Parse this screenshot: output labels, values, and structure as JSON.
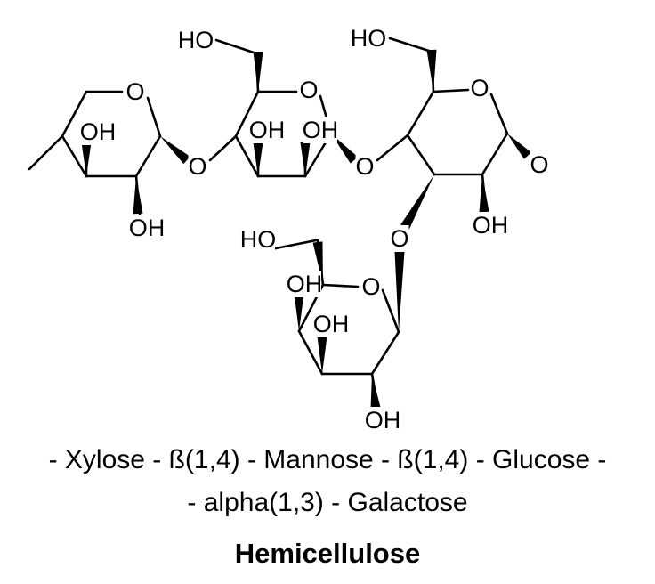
{
  "diagram": {
    "atoms": [
      {
        "id": "xyl-ring-o",
        "text": "O"
      },
      {
        "id": "xyl-oh-3",
        "text": "OH"
      },
      {
        "id": "xyl-oh-2",
        "text": "OH"
      },
      {
        "id": "link1-o",
        "text": "O"
      },
      {
        "id": "man-ch2oh",
        "text": "HO"
      },
      {
        "id": "man-ring-o",
        "text": "O"
      },
      {
        "id": "man-oh-3",
        "text": "OH"
      },
      {
        "id": "man-oh-2",
        "text": "OH"
      },
      {
        "id": "link2-o",
        "text": "O"
      },
      {
        "id": "glc-ch2oh",
        "text": "HO"
      },
      {
        "id": "glc-ring-o",
        "text": "O"
      },
      {
        "id": "glc-end-o",
        "text": "O"
      },
      {
        "id": "glc-oh-2",
        "text": "OH"
      },
      {
        "id": "link3-o",
        "text": "O"
      },
      {
        "id": "gal-ch2oh",
        "text": "HO"
      },
      {
        "id": "gal-oh-4",
        "text": "OH"
      },
      {
        "id": "gal-ring-o",
        "text": "O"
      },
      {
        "id": "gal-oh-3",
        "text": "OH"
      },
      {
        "id": "gal-oh-2",
        "text": "OH"
      }
    ]
  },
  "caption": {
    "line1": "- Xylose - ß(1,4) - Mannose - ß(1,4) - Glucose -",
    "line2": "- alpha(1,3) - Galactose",
    "title": "Hemicellulose"
  }
}
